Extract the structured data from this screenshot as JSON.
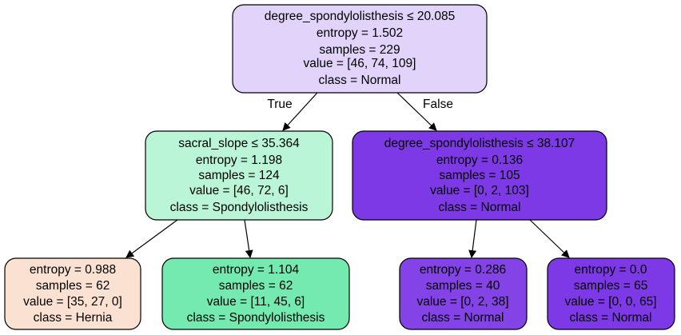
{
  "colors": {
    "hernia": "#fbe1d2",
    "spondylolisthesis_light": "#bbf5d7",
    "spondylolisthesis_mid": "#75eab0",
    "normal_light": "#e1d3f9",
    "normal_dark": "#7e39e6",
    "normal_mid": "#8443e6",
    "stroke": "#000000"
  },
  "edge_labels": {
    "true_label": "True",
    "false_label": "False"
  },
  "nodes": [
    {
      "id": "root",
      "color_key": "normal_light",
      "lines": [
        "degree_spondylolisthesis ≤ 20.085",
        "entropy = 1.502",
        "samples = 229",
        "value = [46, 74, 109]",
        "class = Normal"
      ]
    },
    {
      "id": "left",
      "color_key": "spondylolisthesis_light",
      "lines": [
        "sacral_slope ≤ 35.364",
        "entropy = 1.198",
        "samples = 124",
        "value = [46, 72, 6]",
        "class = Spondylolisthesis"
      ]
    },
    {
      "id": "right",
      "color_key": "normal_dark",
      "lines": [
        "degree_spondylolisthesis ≤ 38.107",
        "entropy = 0.136",
        "samples = 105",
        "value = [0, 2, 103]",
        "class = Normal"
      ]
    },
    {
      "id": "leaf-1",
      "color_key": "hernia",
      "lines": [
        "entropy = 0.988",
        "samples = 62",
        "value = [35, 27, 0]",
        "class = Hernia"
      ]
    },
    {
      "id": "leaf-2",
      "color_key": "spondylolisthesis_mid",
      "lines": [
        "entropy = 1.104",
        "samples = 62",
        "value = [11, 45, 6]",
        "class = Spondylolisthesis"
      ]
    },
    {
      "id": "leaf-3",
      "color_key": "normal_mid",
      "lines": [
        "entropy = 0.286",
        "samples = 40",
        "value = [0, 2, 38]",
        "class = Normal"
      ]
    },
    {
      "id": "leaf-4",
      "color_key": "normal_dark",
      "lines": [
        "entropy = 0.0",
        "samples = 65",
        "value = [0, 0, 65]",
        "class = Normal"
      ]
    }
  ]
}
